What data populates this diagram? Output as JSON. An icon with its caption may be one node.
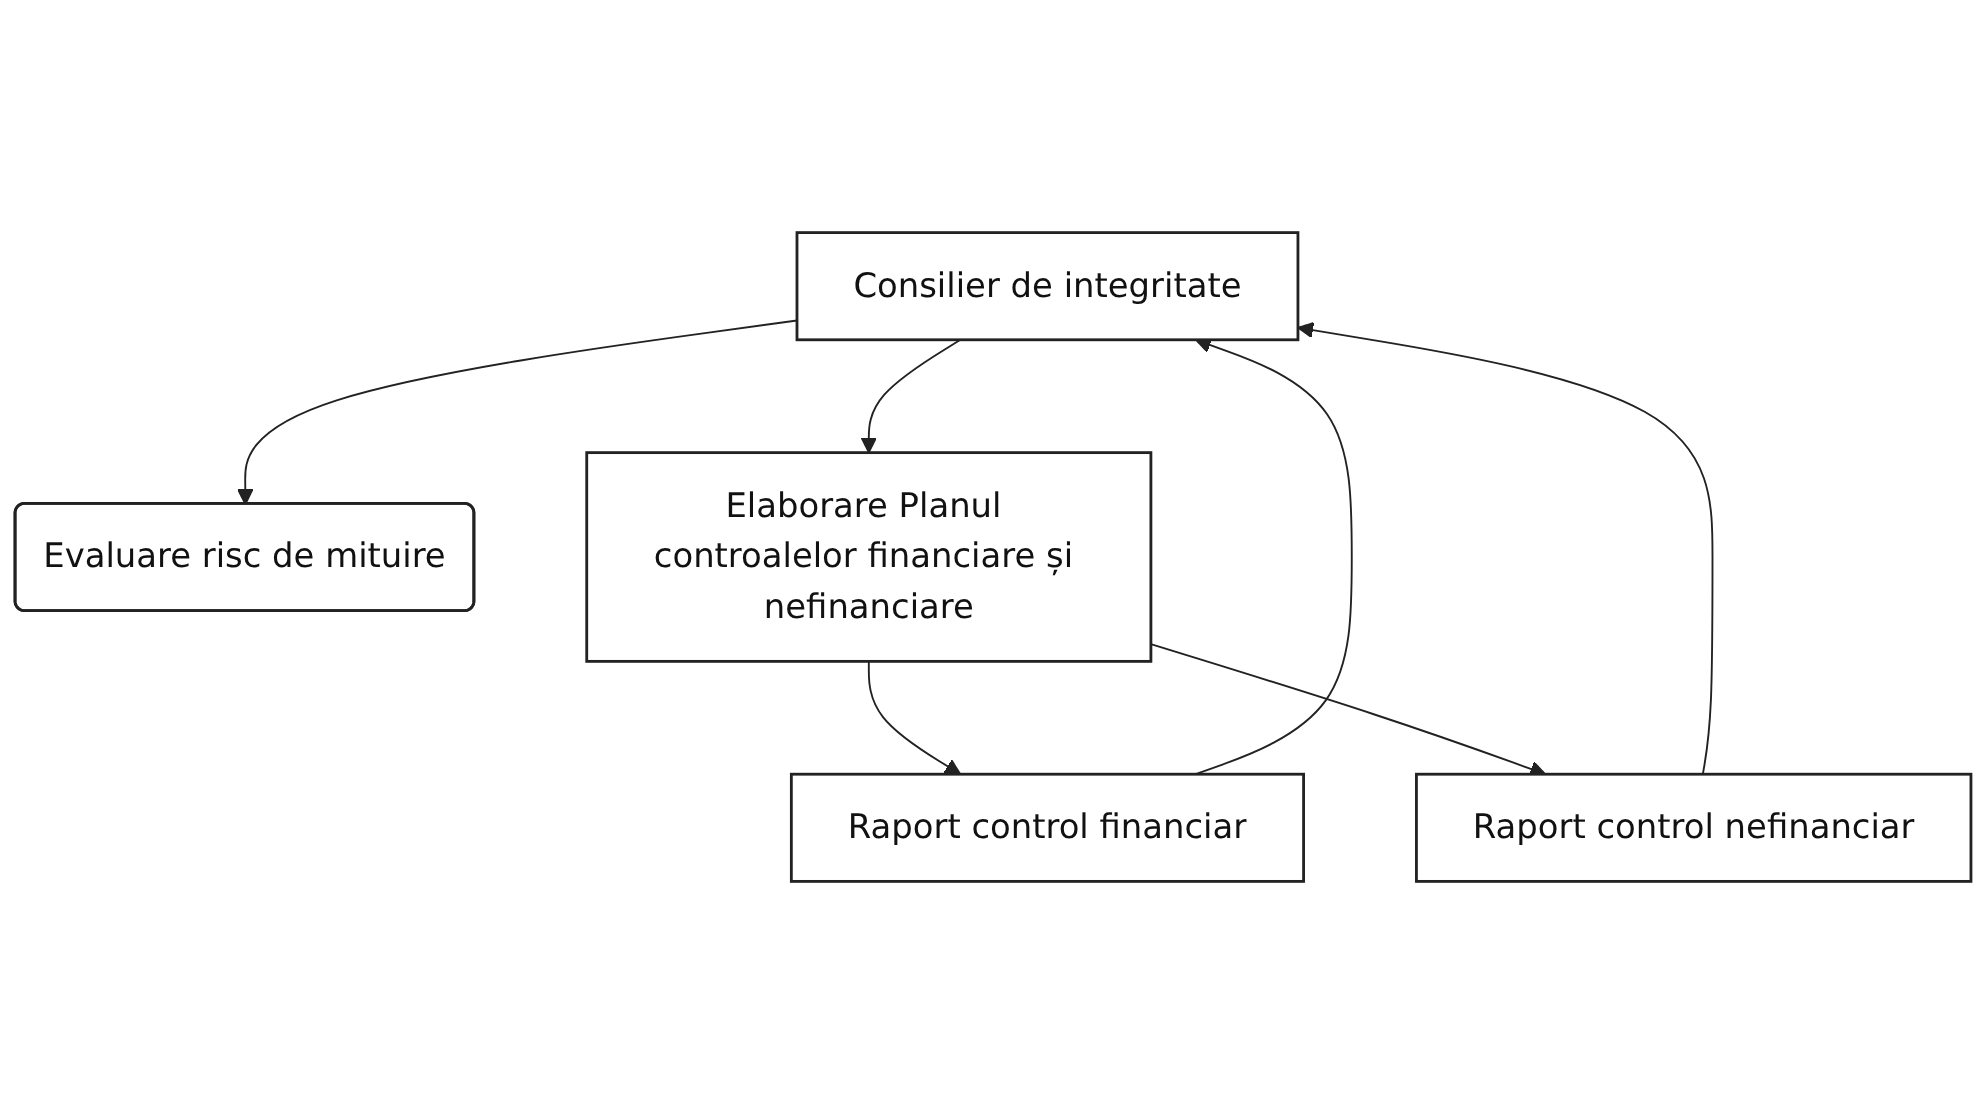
{
  "diagram": {
    "nodes": [
      {
        "text": [
          "Consilier de integritate"
        ]
      },
      {
        "text": [
          "Evaluare risc de mituire"
        ]
      },
      {
        "text": [
          "Elaborare Planul controalelor financiare și nefinanciare"
        ]
      },
      {
        "text": [
          "Raport control financiar"
        ]
      },
      {
        "text": [
          "Raport control nefinanciar"
        ]
      }
    ],
    "edges": [
      {
        "from": 0,
        "to": 1,
        "arrow": "to"
      },
      {
        "from": 0,
        "to": 2,
        "arrow": "to"
      },
      {
        "from": 2,
        "to": 3,
        "arrow": "to"
      },
      {
        "from": 2,
        "to": 4,
        "arrow": "to"
      },
      {
        "from": 3,
        "to": 0,
        "arrow": "to"
      },
      {
        "from": 4,
        "to": 0,
        "arrow": "to"
      }
    ]
  }
}
